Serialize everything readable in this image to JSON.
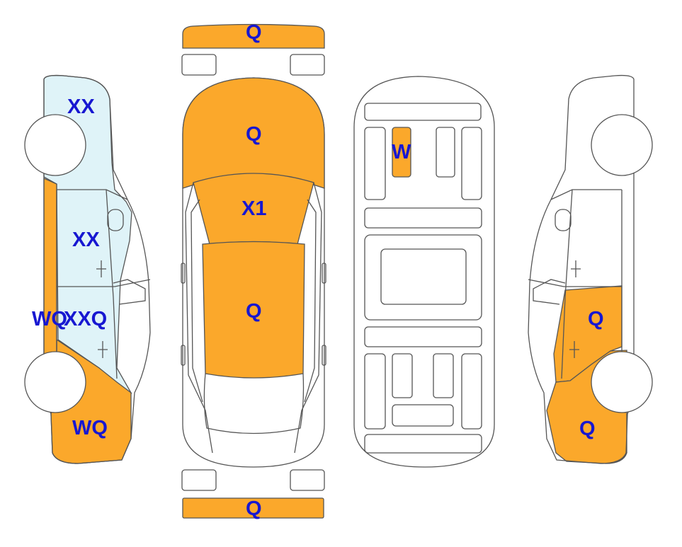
{
  "colors": {
    "damage_fill": "#fba82b",
    "glass_fill": "#dff3f8",
    "outline": "#555555",
    "label_text": "#1717d1"
  },
  "labels": {
    "front_bumper": "Q",
    "hood": "Q",
    "windshield": "X1",
    "roof": "Q",
    "rear_bumper": "Q",
    "interior_seat": "W",
    "left_upper": "XX",
    "left_middle": "XX",
    "left_lower_a": "WQ",
    "left_lower_b": "XXQ",
    "left_bottom": "WQ",
    "right_door": "Q",
    "right_bottom": "Q"
  }
}
